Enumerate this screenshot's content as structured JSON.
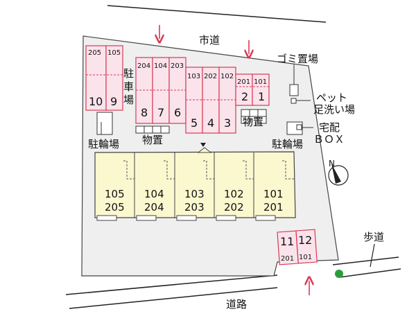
{
  "roads": {
    "city_road": "市道",
    "main_road": "道路",
    "sidewalk": "歩道"
  },
  "parking": {
    "label": "駐車場",
    "spaces": [
      "1",
      "2",
      "3",
      "4",
      "5",
      "6",
      "7",
      "8",
      "9",
      "10",
      "11",
      "12"
    ],
    "assign": {
      "s1": "101",
      "s2": "201",
      "s3": "102",
      "s4": "202",
      "s5": "103",
      "s6": "203",
      "s7": "104",
      "s8": "204",
      "s9": "105",
      "s10": "205",
      "s11": "201",
      "s12": "101"
    }
  },
  "facilities": {
    "garbage": "ゴミ置場",
    "pet_wash_1": "ペット",
    "pet_wash_2": "足洗い場",
    "delivery_1": "宅配",
    "delivery_2": "ＢＯＸ",
    "bike_parking": "駐輪場",
    "storage": "物置"
  },
  "units": [
    {
      "upper": "105",
      "lower": "205"
    },
    {
      "upper": "104",
      "lower": "204"
    },
    {
      "upper": "103",
      "lower": "203"
    },
    {
      "upper": "102",
      "lower": "202"
    },
    {
      "upper": "101",
      "lower": "201"
    }
  ],
  "compass": "N",
  "colors": {
    "parking_fill": "#fbe3ec",
    "parking_stroke": "#d63a55",
    "building_fill": "#fbf7cf",
    "arrow": "#d63a55",
    "marker": "#2a9d3a",
    "lot_fill": "#efefef"
  }
}
